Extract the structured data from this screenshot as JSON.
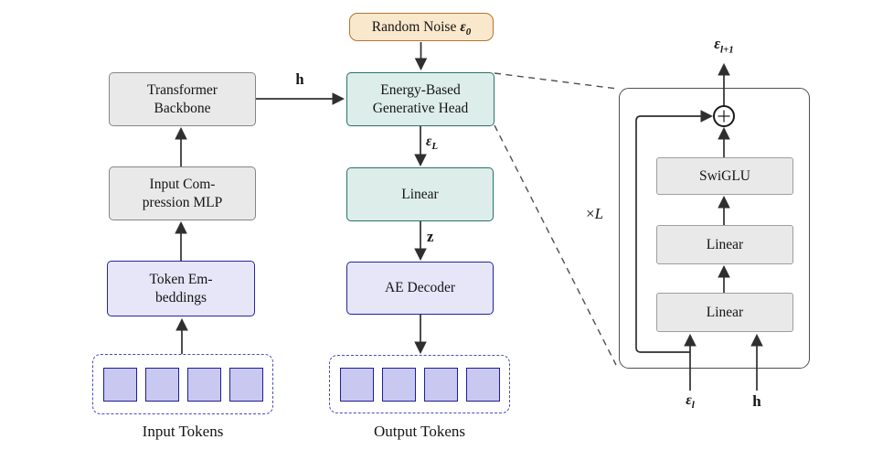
{
  "pipeline": {
    "random_noise": {
      "label": "Random Noise",
      "symbol": "ε",
      "subscript": "0"
    },
    "transformer_backbone": {
      "line1": "Transformer",
      "line2": "Backbone"
    },
    "input_compression_mlp": {
      "line1": "Input Com-",
      "line2": "pression MLP"
    },
    "token_embeddings": {
      "line1": "Token Em-",
      "line2": "beddings"
    },
    "energy_head": {
      "line1": "Energy-Based",
      "line2": "Generative Head"
    },
    "linear": {
      "label": "Linear"
    },
    "ae_decoder": {
      "label": "AE Decoder"
    },
    "input_tokens_caption": "Input Tokens",
    "output_tokens_caption": "Output Tokens",
    "h_label": "h",
    "z_label": "z",
    "epsilon_L": {
      "symbol": "ε",
      "subscript": "L"
    }
  },
  "detail": {
    "epsilon_out": {
      "symbol": "ε",
      "subscript": "l+1"
    },
    "loop_label": {
      "times": "×",
      "var": "L"
    },
    "swiglu": {
      "label": "SwiGLU"
    },
    "linear_upper": {
      "label": "Linear"
    },
    "linear_lower": {
      "label": "Linear"
    },
    "epsilon_in": {
      "symbol": "ε",
      "subscript": "l"
    },
    "h_label": "h"
  },
  "colors": {
    "arrow": "#2f2f2f",
    "gray_fill": "#e9e9e9",
    "gray_border": "#868686",
    "teal_fill": "#ddeeea",
    "teal_border": "#29706a",
    "orange_fill": "#fae8cd",
    "orange_border": "#b5742c",
    "lavender_fill": "#e6e6f8",
    "lavender_border": "#2424a2",
    "token_fill": "#c8c8f1",
    "token_border": "#1d1d97",
    "dashed_container_border": "#4a4ac4",
    "panel_border": "#4f4f4f"
  }
}
